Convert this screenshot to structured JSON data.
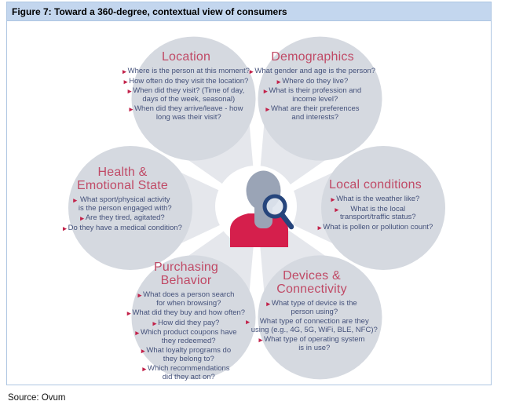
{
  "figure": {
    "header": "Figure 7: Toward a 360-degree, contextual view of consumers",
    "source": "Source: Ovum"
  },
  "icons": {
    "bullet_arrow": "▸",
    "center_icon": "person-with-magnifier"
  },
  "colors": {
    "header_bg": "#c3d6ee",
    "box_border": "#aec6e2",
    "petal_circle": "#d5d9e0",
    "petal_wedge": "#e5e7ec",
    "petal_title": "#c04a66",
    "bullet_text": "#44517a",
    "bullet_arrow": "#c2224a",
    "person_body": "#d51f4c",
    "person_head": "#9aa4b6",
    "magnifier": "#26457c"
  },
  "petals": [
    {
      "title": "Location",
      "bullets": [
        "Where is the person at this moment?",
        "How often do they visit the location?",
        "When did they visit? (Time of day,\ndays of the week, seasonal)",
        "When did they arrive/leave - how\nlong was their visit?"
      ]
    },
    {
      "title": "Demographics",
      "bullets": [
        "What gender and age is the person?",
        "Where do they live?",
        "What is their profession and\nincome level?",
        "What are their preferences\nand interests?"
      ]
    },
    {
      "title": "Health &\nEmotional State",
      "bullets": [
        "What sport/physical activity\nis the person engaged with?",
        "Are they tired, agitated?",
        "Do they have a medical condition?"
      ]
    },
    {
      "title": "Local conditions",
      "bullets": [
        "What is the weather like?",
        "What is the local\ntransport/traffic status?",
        "What is pollen or pollution count?"
      ]
    },
    {
      "title": "Purchasing\nBehavior",
      "bullets": [
        "What does a person search\nfor when browsing?",
        "What did they buy and how often?",
        "How did they pay?",
        "Which product coupons have\nthey redeemed?",
        "What loyalty programs do\nthey belong to?",
        "Which recommendations\ndid they act on?"
      ]
    },
    {
      "title": "Devices &\nConnectivity",
      "bullets": [
        "What type of device is the\nperson using?",
        "What type of connection are they\nusing (e.g., 4G, 5G, WiFi, BLE, NFC)?",
        "What type of operating system\nis in use?"
      ]
    }
  ]
}
